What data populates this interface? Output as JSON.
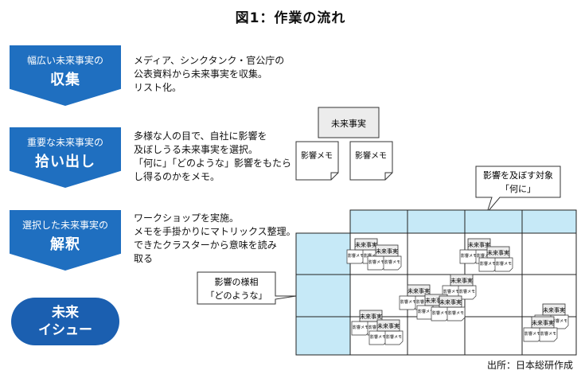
{
  "title": "図1：作業の流れ",
  "colors": {
    "step": "#1f6fc0",
    "issue": "#1b5fb0",
    "header_cell": "#c6e9f7",
    "note_fill": "#ececec"
  },
  "steps": [
    {
      "small": "幅広い未来事実の",
      "big": "収集",
      "desc": "メディア、シンクタンク・官公庁の\n公表資料から未来事実を収集。\nリスト化。"
    },
    {
      "small": "重要な未来事実の",
      "big": "拾い出し",
      "desc": "多様な人の目で、自社に影響を\n及ぼしうる未来事実を選択。\n「何に」「どのような」影響をもたら\nし得るのかをメモ。"
    },
    {
      "small": "選択した未来事実の",
      "big": "解釈",
      "desc": "ワークショップを実施。\nメモを手掛かりにマトリックス整理。\nできたクラスターから意味を読み\n取る"
    }
  ],
  "issue": {
    "line1": "未来",
    "line2": "イシュー"
  },
  "card": {
    "fact": "未来事実",
    "memo": "影響メモ"
  },
  "mini": {
    "fact": "未来事実",
    "memo": "影響メモ"
  },
  "callouts": {
    "target": {
      "line1": "影響を及ぼす対象",
      "line2": "「何に」"
    },
    "manner": {
      "line1": "影響の様相",
      "line2": "「どのような」"
    }
  },
  "source": "出所：日本総研作成"
}
